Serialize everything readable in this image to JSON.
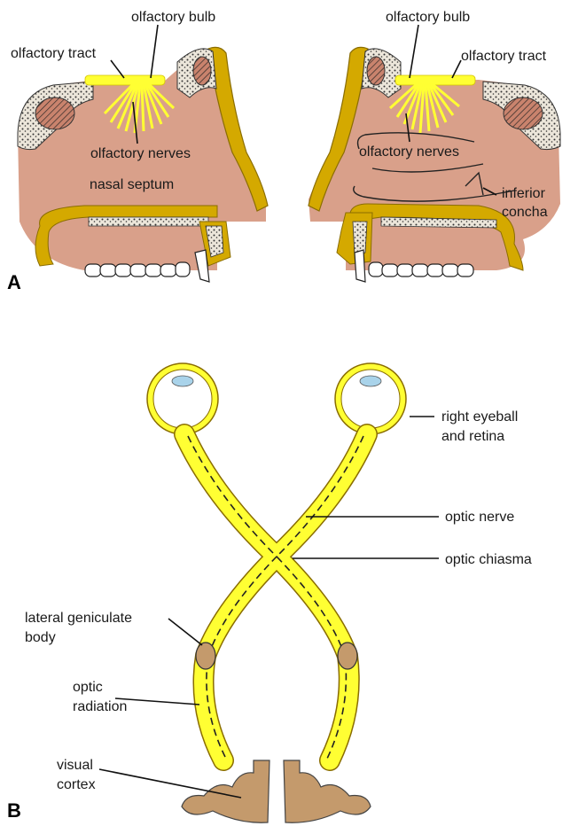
{
  "colors": {
    "skin": "#d9a08a",
    "bone": "#e8e2d6",
    "nerve_yellow": "#ffff33",
    "outline_gold": "#d4a900",
    "muscle": "#c9836d",
    "cortex": "#c49a6c",
    "lens": "#a9d3ea"
  },
  "panel_a": {
    "letter": "A",
    "left": {
      "bulb": "olfactory bulb",
      "tract": "olfactory tract",
      "nerves": "olfactory nerves",
      "septum": "nasal septum"
    },
    "right": {
      "bulb": "olfactory bulb",
      "tract": "olfactory tract",
      "nerves": "olfactory nerves",
      "concha_line1": "inferior",
      "concha_line2": "concha"
    }
  },
  "panel_b": {
    "letter": "B",
    "eyeball_line1": "right eyeball",
    "eyeball_line2": "and retina",
    "optic_nerve": "optic nerve",
    "optic_chiasma": "optic chiasma",
    "lgb_line1": "lateral geniculate",
    "lgb_line2": "body",
    "radiation_line1": "optic",
    "radiation_line2": "radiation",
    "cortex_line1": "visual",
    "cortex_line2": "cortex"
  }
}
